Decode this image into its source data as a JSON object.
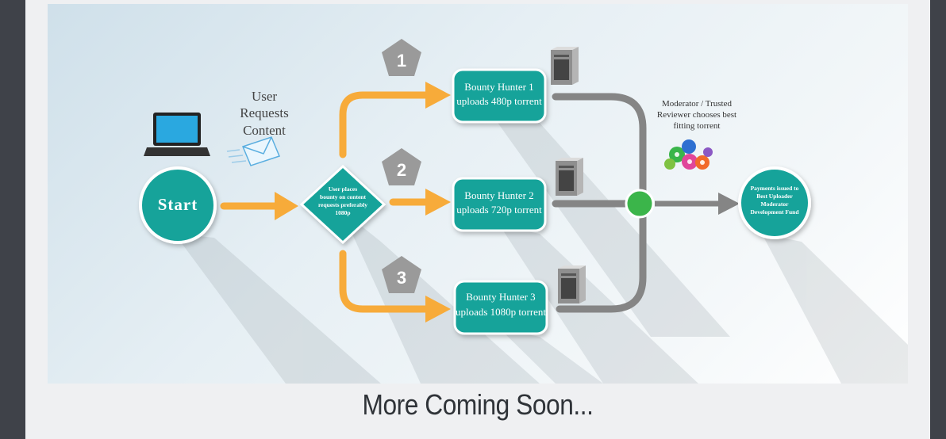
{
  "diagram": {
    "start_label": "Start",
    "user_requests": [
      "User",
      "Requests",
      "Content"
    ],
    "bounty_diamond": [
      "User places",
      "bounty on content",
      "requests preferably",
      "1080p"
    ],
    "steps": [
      "1",
      "2",
      "3"
    ],
    "hunters": [
      {
        "line1": "Bounty Hunter 1",
        "line2": "uploads 480p torrent"
      },
      {
        "line1": "Bounty Hunter 2",
        "line2": "uploads 720p torrent"
      },
      {
        "line1": "Bounty Hunter 3",
        "line2": "uploads 1080p torrent"
      }
    ],
    "moderator": [
      "Moderator / Trusted",
      "Reviewer chooses best",
      "fitting torrent"
    ],
    "payments": [
      "Payments issued to",
      "Best Uploader",
      "Moderator",
      "Development Fund"
    ],
    "colors": {
      "teal": "#14a39a",
      "orange": "#f7ab3a",
      "gray_line": "#858585",
      "hub_green": "#3bb54a",
      "pentagon": "#9a9a9a"
    }
  },
  "footer": {
    "caption": "More Coming Soon..."
  }
}
